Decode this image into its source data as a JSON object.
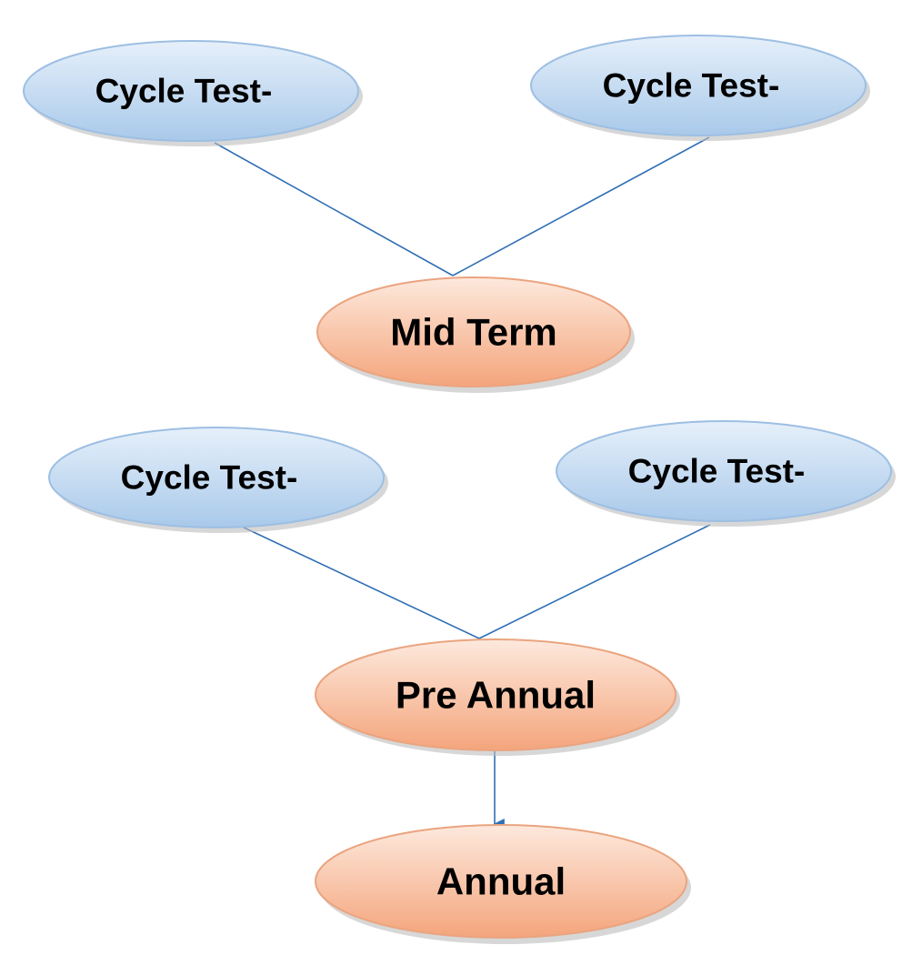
{
  "colors": {
    "cycle_fill_light": "#e6f0fa",
    "cycle_fill_dark": "#a9c9ea",
    "cycle_stroke": "#9dbfe3",
    "term_fill_light": "#fde9dd",
    "term_fill_dark": "#f4a57c",
    "term_stroke": "#eaa47f",
    "connector": "#2f6fb5",
    "shadow": "#bcbcbc"
  },
  "diagram": {
    "group1": {
      "cycle_left": "Cycle Test-",
      "cycle_right": "Cycle Test-",
      "term": "Mid Term"
    },
    "group2": {
      "cycle_left": "Cycle Test-",
      "cycle_right": "Cycle Test-",
      "term": "Pre Annual"
    },
    "final": "Annual"
  }
}
